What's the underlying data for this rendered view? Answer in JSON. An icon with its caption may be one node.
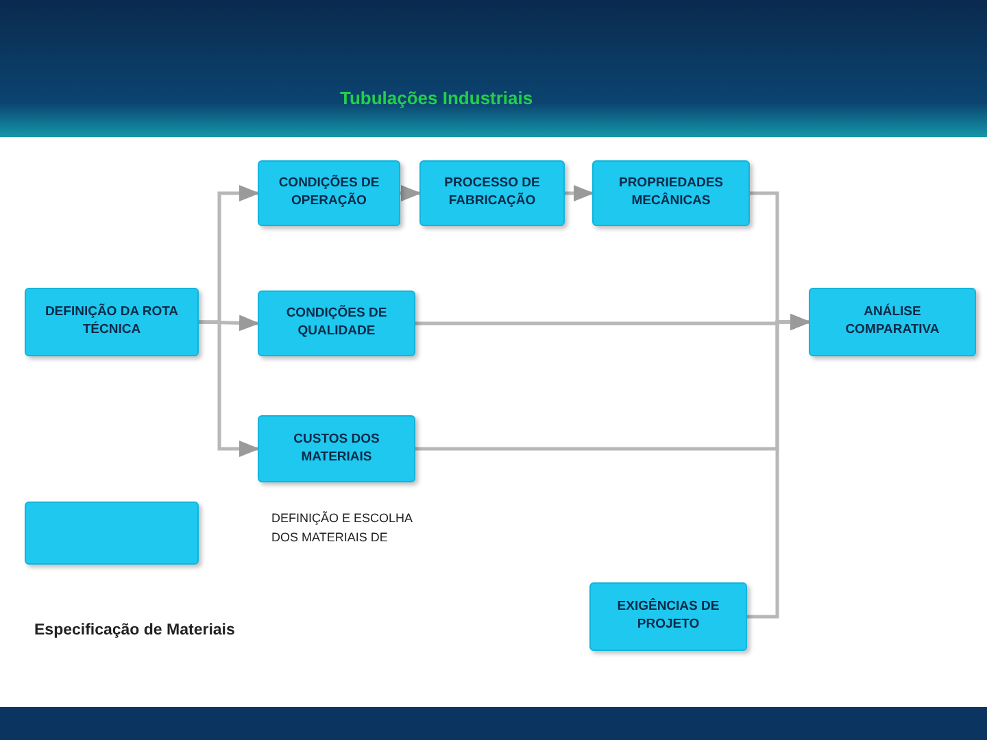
{
  "diagram": {
    "title": "Tubulações Industriais",
    "nodes": [
      {
        "text": [
          "DEFINIÇÃO DA ROTA TÉCNICA"
        ]
      },
      {
        "text": [
          "CONDIÇÕES DE OPERAÇÃO"
        ]
      },
      {
        "text": [
          "PROCESSO DE FABRICAÇÃO"
        ]
      },
      {
        "text": [
          "PROPRIEDADES MECÂNICAS"
        ]
      },
      {
        "text": [
          "CONDIÇÕES DE QUALIDADE"
        ]
      },
      {
        "text": [
          "CUSTOS DOS MATERIAIS"
        ]
      },
      {
        "text": [
          "ANÁLISE COMPARATIVA"
        ]
      },
      {
        "text": [],
        "shape": "box"
      },
      {
        "text": [
          "EXIGÊNCIAS DE PROJETO"
        ]
      }
    ],
    "edges": [
      {
        "from": 0,
        "to": 1,
        "arrow": "to"
      },
      {
        "from": 0,
        "to": 4,
        "arrow": "to"
      },
      {
        "from": 0,
        "to": 5,
        "arrow": "to"
      },
      {
        "from": 1,
        "to": 2,
        "arrow": "to"
      },
      {
        "from": 2,
        "to": 3,
        "arrow": "to"
      },
      {
        "from": 3,
        "to": 6,
        "arrow": "to"
      },
      {
        "from": 4,
        "to": 6,
        "arrow": "to"
      },
      {
        "from": 5,
        "to": 6,
        "arrow": "to"
      },
      {
        "from": 8,
        "to": 6,
        "arrow": "to"
      }
    ],
    "labels": [
      "DEFINIÇÃO E ESCOLHA DOS MATERIAIS DE",
      "Especificação de Materiais"
    ]
  }
}
